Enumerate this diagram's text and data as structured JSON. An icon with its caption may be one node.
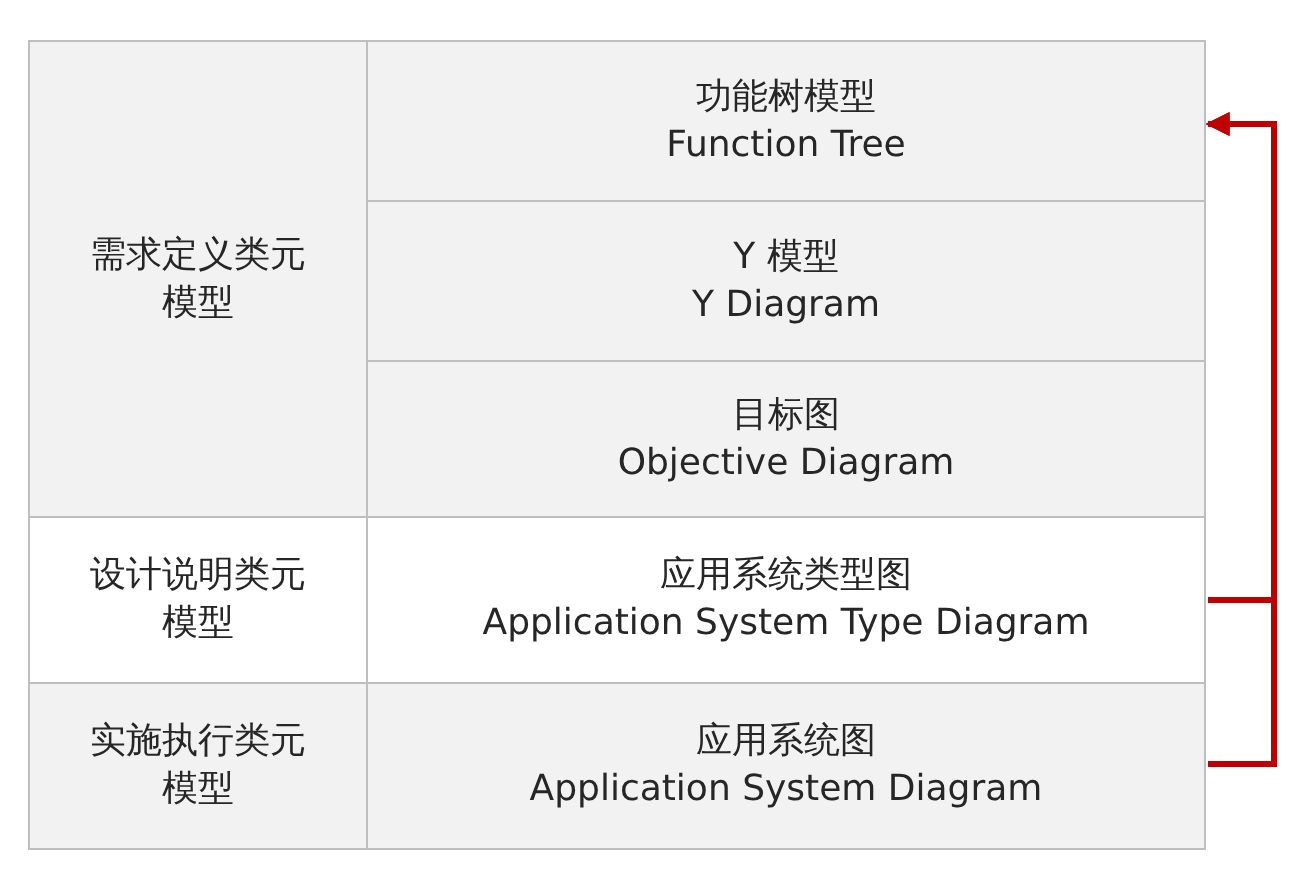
{
  "diagram": {
    "nodes": [
      {
        "text": [
          "需求定义类元模型"
        ]
      },
      {
        "text": [
          "功能树模型",
          "Function Tree"
        ]
      },
      {
        "text": [
          "Y 模型",
          "Y Diagram"
        ]
      },
      {
        "text": [
          "目标图",
          "Objective Diagram"
        ]
      },
      {
        "text": [
          "设计说明类元模型"
        ]
      },
      {
        "text": [
          "应用系统类型图",
          "Application System Type Diagram"
        ]
      },
      {
        "text": [
          "实施执行类元模型"
        ]
      },
      {
        "text": [
          "应用系统图",
          "Application System Diagram"
        ]
      }
    ],
    "edges": [
      {
        "from": 5,
        "to": 1,
        "arrow": "to",
        "color": "#c00000"
      },
      {
        "from": 7,
        "to": 1,
        "arrow": "to",
        "color": "#c00000"
      }
    ]
  }
}
